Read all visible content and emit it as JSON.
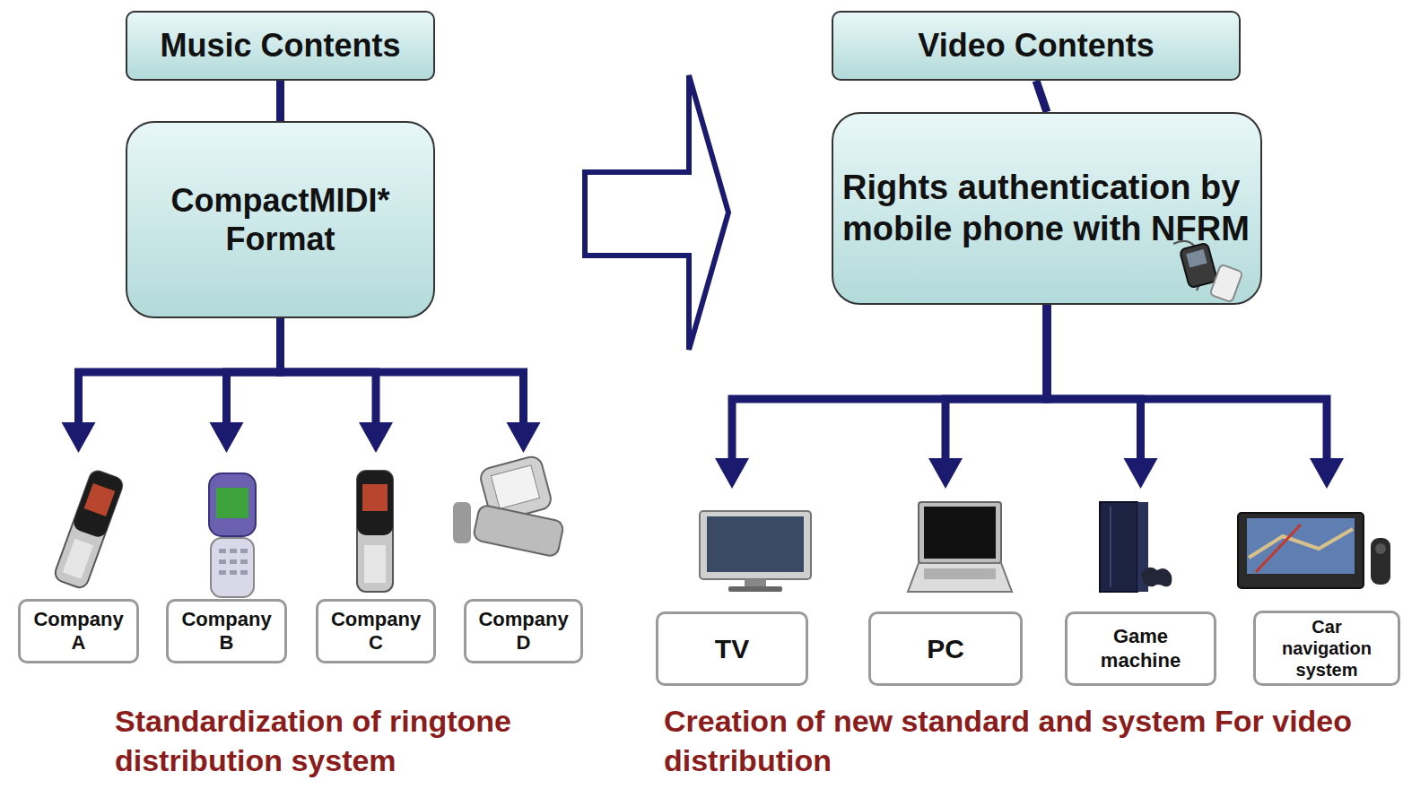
{
  "diagram": {
    "nodes": [
      {
        "text": [
          "Music Contents"
        ]
      },
      {
        "text": [
          "CompactMIDI* Format"
        ]
      },
      {
        "text": [
          "Company A"
        ]
      },
      {
        "text": [
          "Company B"
        ]
      },
      {
        "text": [
          "Company C"
        ]
      },
      {
        "text": [
          "Company D"
        ]
      },
      {
        "text": [
          "Video Contents"
        ]
      },
      {
        "text": [
          "Rights authentication by mobile phone with NFRM"
        ]
      },
      {
        "text": [
          "TV"
        ]
      },
      {
        "text": [
          "PC"
        ]
      },
      {
        "text": [
          "Game machine"
        ]
      },
      {
        "text": [
          "Car navigation system"
        ]
      }
    ],
    "edges": [
      {
        "from": 0,
        "to": 1,
        "arrow": "none"
      },
      {
        "from": 1,
        "to": 2,
        "arrow": "to"
      },
      {
        "from": 1,
        "to": 3,
        "arrow": "to"
      },
      {
        "from": 1,
        "to": 4,
        "arrow": "to"
      },
      {
        "from": 1,
        "to": 5,
        "arrow": "to"
      },
      {
        "from": 6,
        "to": 7,
        "arrow": "none"
      },
      {
        "from": 7,
        "to": 8,
        "arrow": "to"
      },
      {
        "from": 7,
        "to": 9,
        "arrow": "to"
      },
      {
        "from": 7,
        "to": 10,
        "arrow": "to"
      },
      {
        "from": 7,
        "to": 11,
        "arrow": "to"
      }
    ],
    "labels": [
      "Standardization of ringtone distribution system",
      "Creation of new standard and system For video distribution"
    ]
  }
}
